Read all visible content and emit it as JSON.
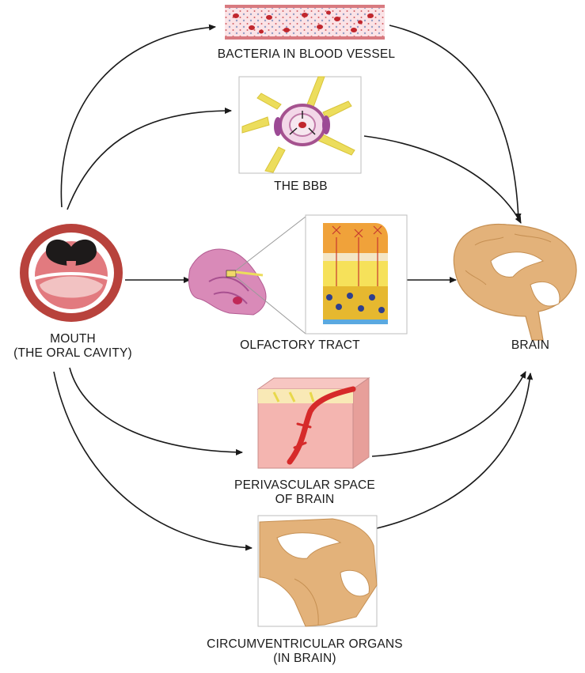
{
  "labels": {
    "blood": "BACTERIA IN BLOOD VESSEL",
    "bbb": "THE BBB",
    "mouth_line1": "MOUTH",
    "mouth_line2": "(THE ORAL CAVITY)",
    "olfactory": "OLFACTORY TRACT",
    "brain": "BRAIN",
    "peri_line1": "PERIVASCULAR SPACE",
    "peri_line2": "OF BRAIN",
    "circ_line1": "CIRCUMVENTRICULAR ORGANS",
    "circ_line2": "(IN BRAIN)"
  },
  "colors": {
    "arrow": "#1a1a1a",
    "brain": "#e3b27a",
    "mouth_lip": "#b8423c",
    "blood_cell": "#c1272d",
    "neuron": "#e8d84a"
  }
}
